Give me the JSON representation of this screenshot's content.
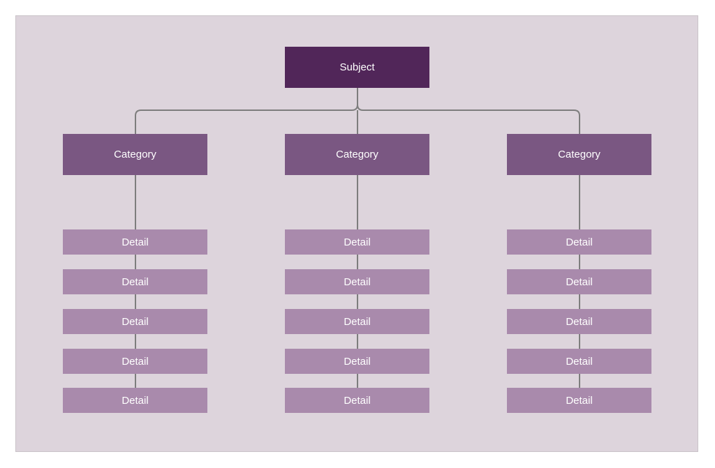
{
  "subject": {
    "label": "Subject"
  },
  "columns": [
    {
      "category": "Category",
      "details": [
        "Detail",
        "Detail",
        "Detail",
        "Detail",
        "Detail"
      ]
    },
    {
      "category": "Category",
      "details": [
        "Detail",
        "Detail",
        "Detail",
        "Detail",
        "Detail"
      ]
    },
    {
      "category": "Category",
      "details": [
        "Detail",
        "Detail",
        "Detail",
        "Detail",
        "Detail"
      ]
    }
  ],
  "colors": {
    "background": "#ddd4dc",
    "subject": "#512659",
    "category": "#7a5782",
    "detail": "#a98aac",
    "connector": "#7d7d7d"
  }
}
